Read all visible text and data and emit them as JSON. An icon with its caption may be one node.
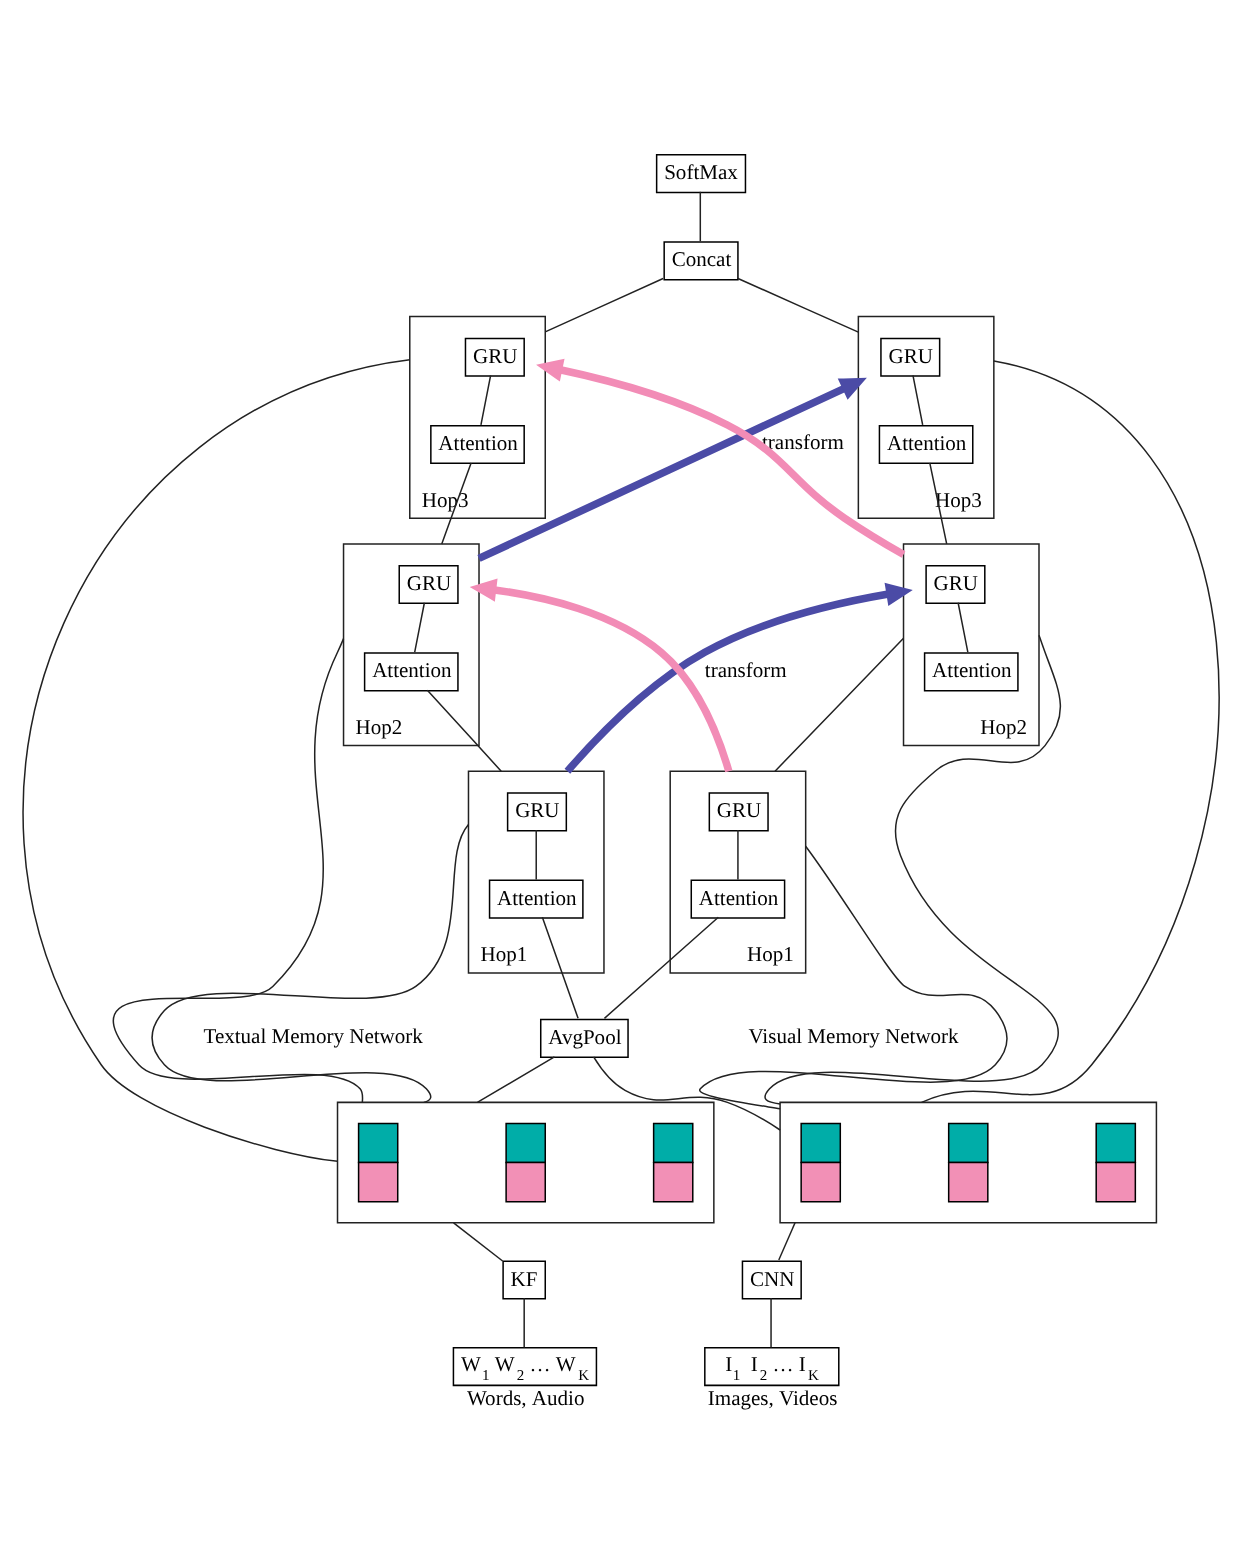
{
  "diagram": {
    "nodes": [
      {
        "text": [
          "SoftMax"
        ]
      },
      {
        "text": [
          "Concat"
        ]
      },
      {
        "text": [
          "Hop3"
        ]
      },
      {
        "text": [
          "GRU"
        ],
        "in": 2
      },
      {
        "text": [
          "Attention"
        ],
        "in": 2
      },
      {
        "text": [
          "Hop3"
        ]
      },
      {
        "text": [
          "GRU"
        ],
        "in": 5
      },
      {
        "text": [
          "Attention"
        ],
        "in": 5
      },
      {
        "text": [
          "Hop2"
        ]
      },
      {
        "text": [
          "GRU"
        ],
        "in": 8
      },
      {
        "text": [
          "Attention"
        ],
        "in": 8
      },
      {
        "text": [
          "Hop2"
        ]
      },
      {
        "text": [
          "GRU"
        ],
        "in": 11
      },
      {
        "text": [
          "Attention"
        ],
        "in": 11
      },
      {
        "text": [
          "Hop1"
        ]
      },
      {
        "text": [
          "GRU"
        ],
        "in": 14
      },
      {
        "text": [
          "Attention"
        ],
        "in": 14
      },
      {
        "text": [
          "Hop1"
        ]
      },
      {
        "text": [
          "GRU"
        ],
        "in": 17
      },
      {
        "text": [
          "Attention"
        ],
        "in": 17
      },
      {
        "text": [
          "AvgPool"
        ]
      },
      {
        "text": [],
        "shape": "box"
      },
      {
        "text": [],
        "shape": "bar",
        "in": 21
      },
      {
        "text": [],
        "shape": "bar",
        "in": 21
      },
      {
        "text": [],
        "shape": "bar",
        "in": 21
      },
      {
        "text": [],
        "shape": "box"
      },
      {
        "text": [],
        "shape": "bar",
        "in": 25
      },
      {
        "text": [],
        "shape": "bar",
        "in": 25
      },
      {
        "text": [],
        "shape": "bar",
        "in": 25
      },
      {
        "text": [
          "KF"
        ]
      },
      {
        "text": [
          "W$_{1}$ W$_{2}$ … W$_{K}$"
        ],
        "beside": [
          "Words, Audio"
        ]
      },
      {
        "text": [
          "CNN"
        ]
      },
      {
        "text": [
          "I$_{1}$  I$_{2}$ … I$_{K}$"
        ],
        "beside": [
          "Images, Videos"
        ]
      }
    ],
    "edges": [
      {
        "from": 1,
        "to": 0,
        "arrow": "none"
      },
      {
        "from": 2,
        "to": 1,
        "arrow": "none"
      },
      {
        "from": 5,
        "to": 1,
        "arrow": "none"
      },
      {
        "from": 4,
        "to": 3,
        "arrow": "none"
      },
      {
        "from": 7,
        "to": 6,
        "arrow": "none"
      },
      {
        "from": 8,
        "to": 4,
        "arrow": "none"
      },
      {
        "from": 11,
        "to": 7,
        "arrow": "none"
      },
      {
        "from": 10,
        "to": 9,
        "arrow": "none"
      },
      {
        "from": 13,
        "to": 12,
        "arrow": "none"
      },
      {
        "from": 14,
        "to": 10,
        "arrow": "none"
      },
      {
        "from": 17,
        "to": 11,
        "arrow": "none"
      },
      {
        "from": 16,
        "to": 15,
        "arrow": "none"
      },
      {
        "from": 19,
        "to": 18,
        "arrow": "none"
      },
      {
        "from": 20,
        "to": 16,
        "arrow": "none"
      },
      {
        "from": 20,
        "to": 19,
        "arrow": "none"
      },
      {
        "from": 8,
        "to": 5,
        "arrow": "to",
        "style": "thick",
        "color": "#4b4ba6",
        "label": "transform"
      },
      {
        "from": 11,
        "to": 2,
        "arrow": "to",
        "style": "thick",
        "color": "#f28cb6"
      },
      {
        "from": 14,
        "to": 11,
        "arrow": "to",
        "style": "thick",
        "color": "#4b4ba6",
        "label": "transform"
      },
      {
        "from": 17,
        "to": 8,
        "arrow": "to",
        "style": "thick",
        "color": "#f28cb6"
      },
      {
        "from": 21,
        "to": 20,
        "arrow": "none"
      },
      {
        "from": 25,
        "to": 20,
        "arrow": "none"
      },
      {
        "from": 21,
        "to": 14,
        "arrow": "none"
      },
      {
        "from": 21,
        "to": 8,
        "arrow": "none"
      },
      {
        "from": 21,
        "to": 2,
        "arrow": "none"
      },
      {
        "from": 25,
        "to": 17,
        "arrow": "none"
      },
      {
        "from": 25,
        "to": 11,
        "arrow": "none"
      },
      {
        "from": 25,
        "to": 5,
        "arrow": "none"
      },
      {
        "from": 29,
        "to": 21,
        "arrow": "none"
      },
      {
        "from": 30,
        "to": 29,
        "arrow": "none"
      },
      {
        "from": 31,
        "to": 25,
        "arrow": "none"
      },
      {
        "from": 32,
        "to": 31,
        "arrow": "none"
      }
    ],
    "labels": [
      "Textual Memory Network",
      "Visual Memory Network"
    ]
  }
}
